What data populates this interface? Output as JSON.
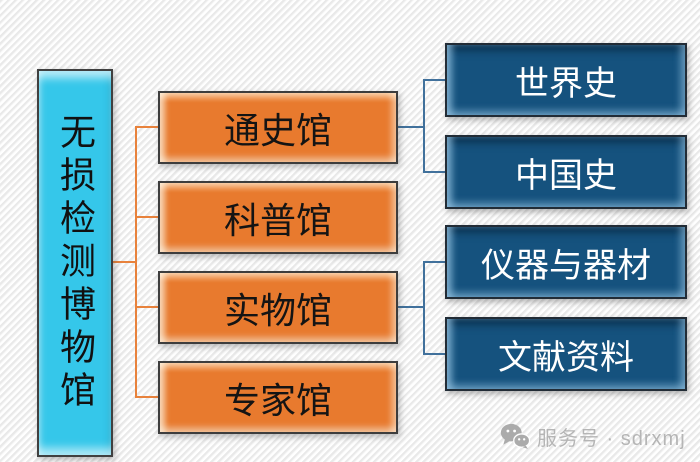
{
  "diagram": {
    "root": {
      "label": "无损检测博物馆"
    },
    "branches": [
      {
        "label": "通史馆"
      },
      {
        "label": "科普馆"
      },
      {
        "label": "实物馆"
      },
      {
        "label": "专家馆"
      }
    ],
    "leaves": [
      {
        "label": "世界史"
      },
      {
        "label": "中国史"
      },
      {
        "label": "仪器与器材"
      },
      {
        "label": "文献资料"
      }
    ]
  },
  "watermark": {
    "icon": "wechat-icon",
    "label": "服务号 · sdrxmj"
  },
  "colors": {
    "root_fill": "#35C7EA",
    "branch_fill": "#E87A2E",
    "leaf_fill": "#15527E",
    "branch_line": "#E8823C",
    "leaf_line": "#41719C",
    "watermark_gray": "#b5b5b5"
  }
}
